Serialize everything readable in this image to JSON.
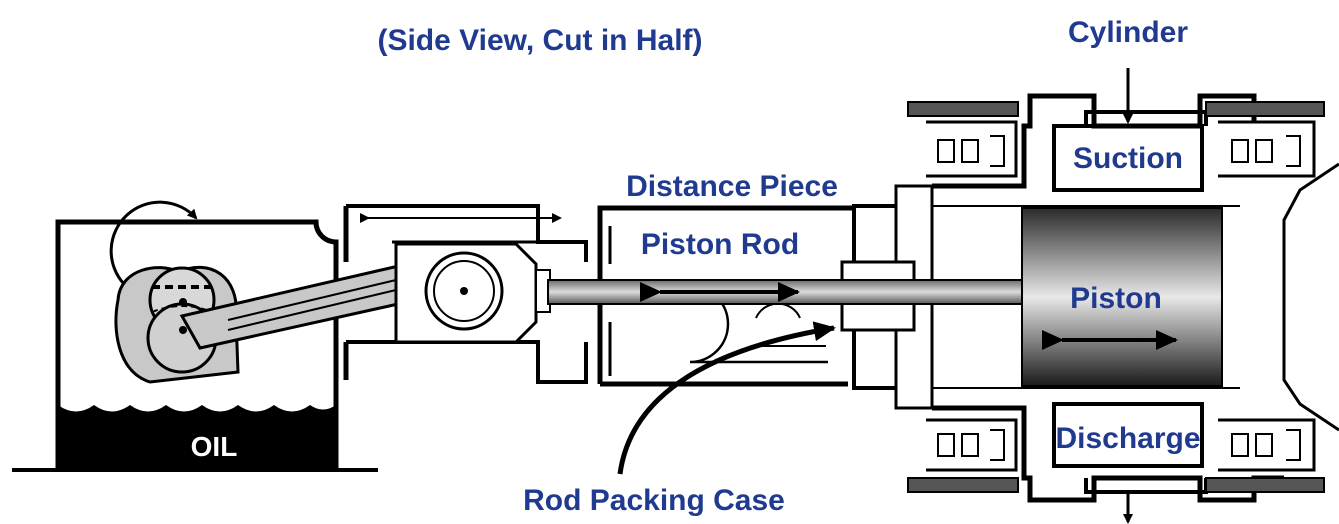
{
  "labels": {
    "view_note": "(Side View, Cut in Half)",
    "cylinder": "Cylinder",
    "suction": "Suction",
    "distance_piece": "Distance Piece",
    "piston_rod": "Piston Rod",
    "piston": "Piston",
    "discharge": "Discharge",
    "oil": "OIL",
    "rod_packing_case": "Rod Packing Case"
  },
  "colors": {
    "label_blue": "#1f3a8f",
    "outline": "#000000",
    "part_gray": "#c8c8c8",
    "oil_fill": "#000000",
    "valve_cap": "#555555"
  }
}
